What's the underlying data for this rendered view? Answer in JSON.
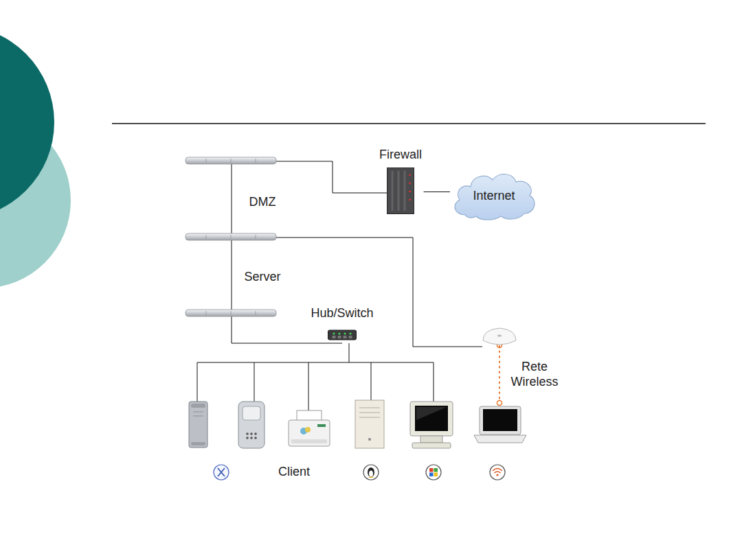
{
  "diagram": {
    "nodes": [
      {
        "text": [
          "Firewall"
        ]
      },
      {
        "text": [
          "Internet"
        ]
      },
      {
        "text": [
          "Hub/Switch"
        ]
      }
    ],
    "edges": [
      {
        "from": 0,
        "to": 1,
        "arrow": "none"
      }
    ],
    "labels": [
      "DMZ",
      "Server",
      "Rete Wireless",
      "Client"
    ]
  }
}
